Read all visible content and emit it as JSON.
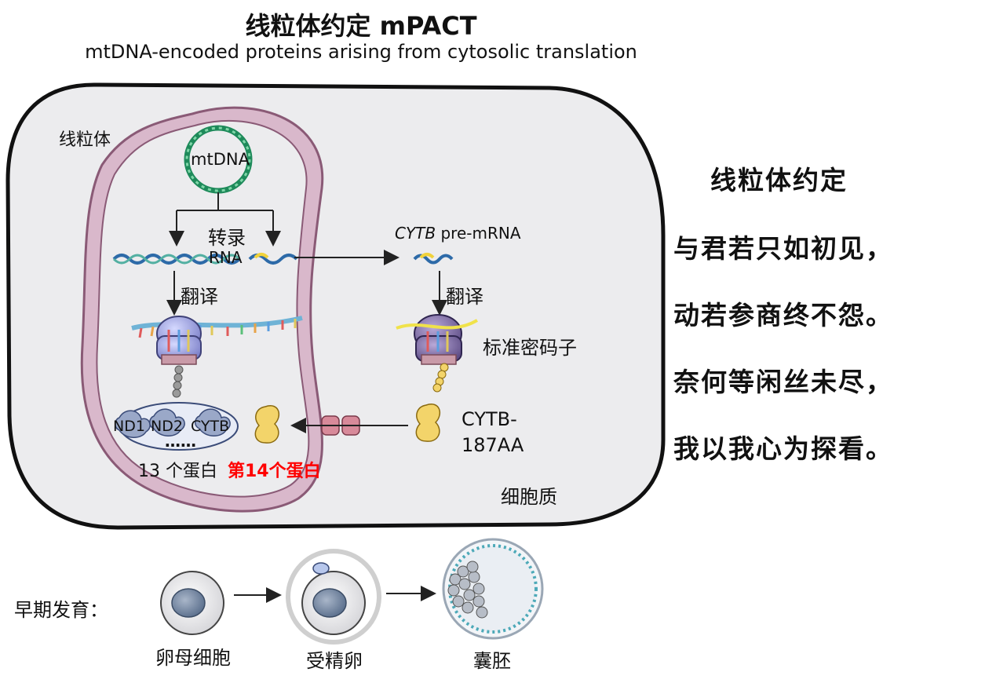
{
  "title": "线粒体约定 mPACT",
  "subtitle": "mtDNA-encoded proteins arising from cytosolic translation",
  "labels": {
    "mitochondrion": "线粒体",
    "mtdna": "mtDNA",
    "transcription": "转录",
    "rna": "RNA",
    "translation_left": "翻译",
    "cytb_italic": "CYTB",
    "pre_mrna": " pre-mRNA",
    "translation_right": "翻译",
    "standard_codon": "标准密码子",
    "nd1": "ND1",
    "nd2": "ND2",
    "cytb": "CYTB",
    "dots": "……",
    "protein_count": "13 个蛋白",
    "fourteenth": "第14个蛋白",
    "cytb187_line1": "CYTB-",
    "cytb187_line2": "187AA",
    "cytoplasm": "细胞质"
  },
  "poem": {
    "title": "线粒体约定",
    "lines": [
      "与君若只如初见，",
      "动若参商终不怨。",
      "奈何等闲丝未尽，",
      "我以我心为探看。"
    ]
  },
  "development": {
    "label": "早期发育：",
    "stages": [
      "卵母细胞",
      "受精卵",
      "囊胚"
    ]
  },
  "colors": {
    "membrane": "#d9b8cb",
    "membrane_stroke": "#8a5a76",
    "cell_fill": "#ececee",
    "protein_yellow": "#f3d46a",
    "highlight_red": "#ff0000"
  }
}
